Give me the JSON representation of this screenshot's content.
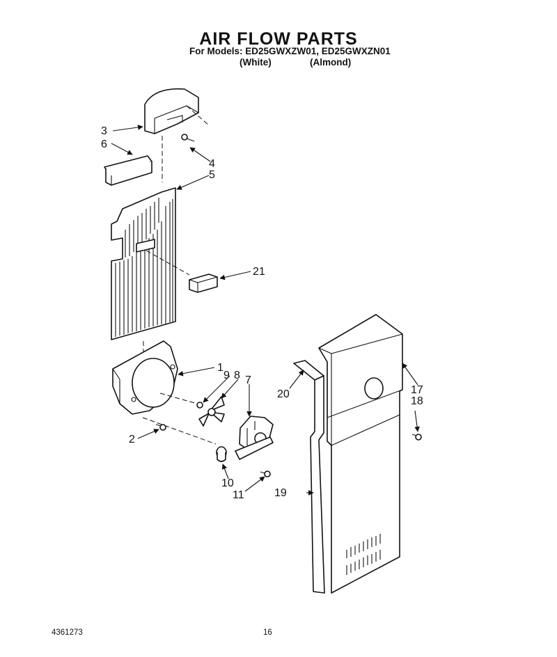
{
  "header": {
    "title": "AIR FLOW PARTS",
    "models_line": "For Models: ED25GWXZW01, ED25GWXZN01",
    "variant_white": "(White)",
    "variant_almond": "(Almond)"
  },
  "callouts": {
    "c1": "1",
    "c2": "2",
    "c3": "3",
    "c4": "4",
    "c5": "5",
    "c6": "6",
    "c7": "7",
    "c8": "8",
    "c9": "9",
    "c10": "10",
    "c11": "11",
    "c17": "17",
    "c18": "18",
    "c19": "19",
    "c20": "20",
    "c21": "21"
  },
  "footer": {
    "doc_number": "4361273",
    "page_number": "16"
  }
}
